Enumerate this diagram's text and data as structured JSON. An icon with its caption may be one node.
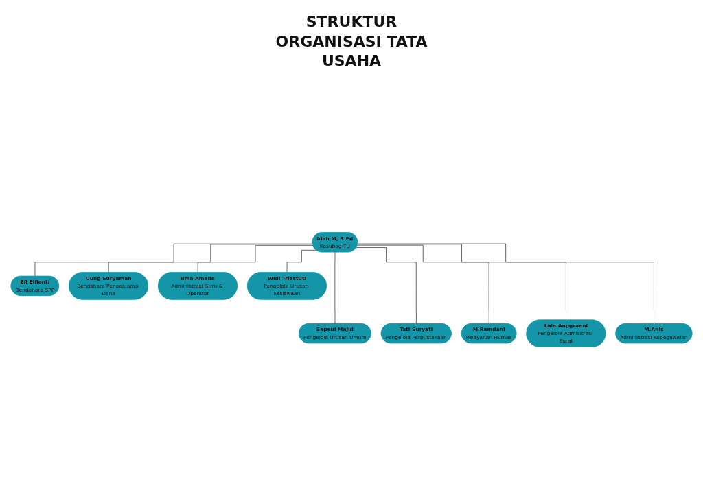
{
  "diagram": {
    "title": "STRUKTUR ORGANISASI TATA USAHA",
    "nodes": [
      {
        "text": [
          "Idah M, S.Pd",
          "Kasubag TU"
        ]
      },
      {
        "text": [
          "Efi Elfianti",
          "Bendahara SPP"
        ]
      },
      {
        "text": [
          "Uung Suryamah",
          "Bendahara Pengeluaran Dana"
        ]
      },
      {
        "text": [
          "Ilma Amalia",
          "Administrasi Guru & Operator"
        ]
      },
      {
        "text": [
          "Widi Triastuti",
          "Pengelola Urusan Kesiswaan"
        ]
      },
      {
        "text": [
          "Sapeul Majid",
          "Pengelola Urusan Umum"
        ]
      },
      {
        "text": [
          "Tati Suryati",
          "Pengelola Perpustakaan"
        ]
      },
      {
        "text": [
          "M.Ramdani",
          "Pelayanan Humas"
        ]
      },
      {
        "text": [
          "Lala Anggraeni",
          "Pengelola Admisitrasi Surat"
        ]
      },
      {
        "text": [
          "M.Anis",
          "Administrasi Kepegawaian"
        ]
      }
    ],
    "edges": [
      {
        "from": 0,
        "to": 1,
        "arrow": "none"
      },
      {
        "from": 0,
        "to": 2,
        "arrow": "none"
      },
      {
        "from": 0,
        "to": 3,
        "arrow": "none"
      },
      {
        "from": 0,
        "to": 4,
        "arrow": "none"
      },
      {
        "from": 0,
        "to": 5,
        "arrow": "none"
      },
      {
        "from": 0,
        "to": 6,
        "arrow": "none"
      },
      {
        "from": 0,
        "to": 7,
        "arrow": "none"
      },
      {
        "from": 0,
        "to": 8,
        "arrow": "none"
      },
      {
        "from": 0,
        "to": 9,
        "arrow": "none"
      }
    ]
  }
}
